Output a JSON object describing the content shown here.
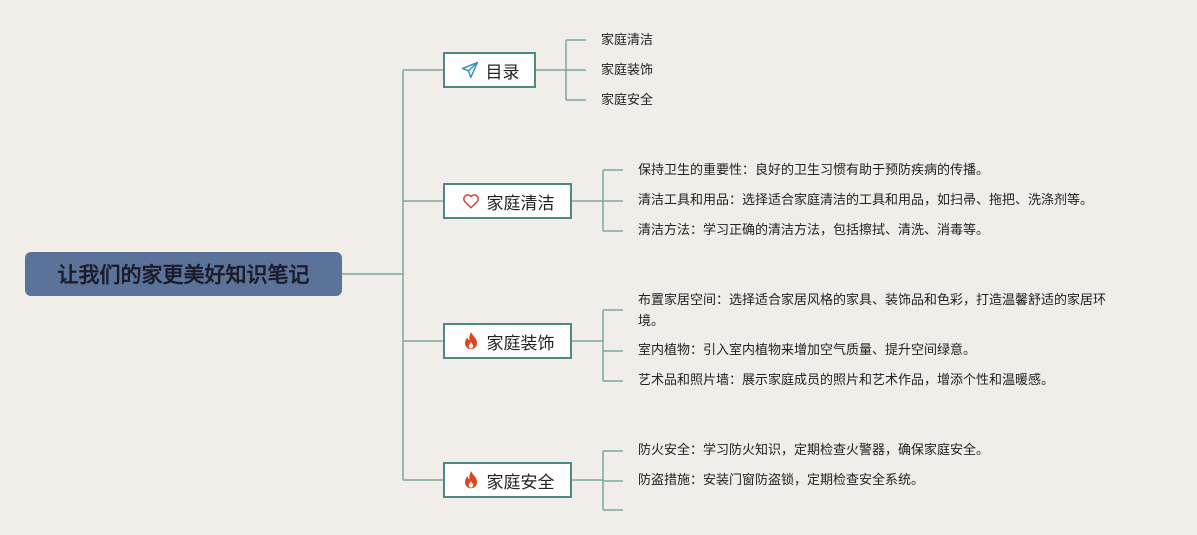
{
  "root": {
    "label": "让我们的家更美好知识笔记"
  },
  "topics": [
    {
      "label": "目录",
      "icon": "paper-plane-icon",
      "items": [
        "家庭清洁",
        "家庭装饰",
        "家庭安全"
      ]
    },
    {
      "label": "家庭清洁",
      "icon": "heart-icon",
      "items": [
        "保持卫生的重要性：良好的卫生习惯有助于预防疾病的传播。",
        "清洁工具和用品：选择适合家庭清洁的工具和用品，如扫帚、拖把、洗涤剂等。",
        "清洁方法：学习正确的清洁方法，包括擦拭、清洗、消毒等。"
      ]
    },
    {
      "label": "家庭装饰",
      "icon": "fire-icon",
      "items": [
        "布置家居空间：选择适合家居风格的家具、装饰品和色彩，打造温馨舒适的家居环境。",
        "室内植物：引入室内植物来增加空气质量、提升空间绿意。",
        "艺术品和照片墙：展示家庭成员的照片和艺术作品，增添个性和温暖感。"
      ]
    },
    {
      "label": "家庭安全",
      "icon": "fire-icon",
      "items": [
        "防火安全：学习防火知识，定期检查火警器，确保家庭安全。",
        "防盗措施：安装门窗防盗锁，定期检查安全系统。"
      ]
    }
  ],
  "colors": {
    "background": "#f1ede8",
    "root_fill": "#5c7399",
    "connector": "#7aa89f",
    "topic_border": "#4f8a82",
    "plane_icon": "#3a8fc4",
    "heart_icon": "#d9423a",
    "fire_icon": "#e2431e"
  }
}
